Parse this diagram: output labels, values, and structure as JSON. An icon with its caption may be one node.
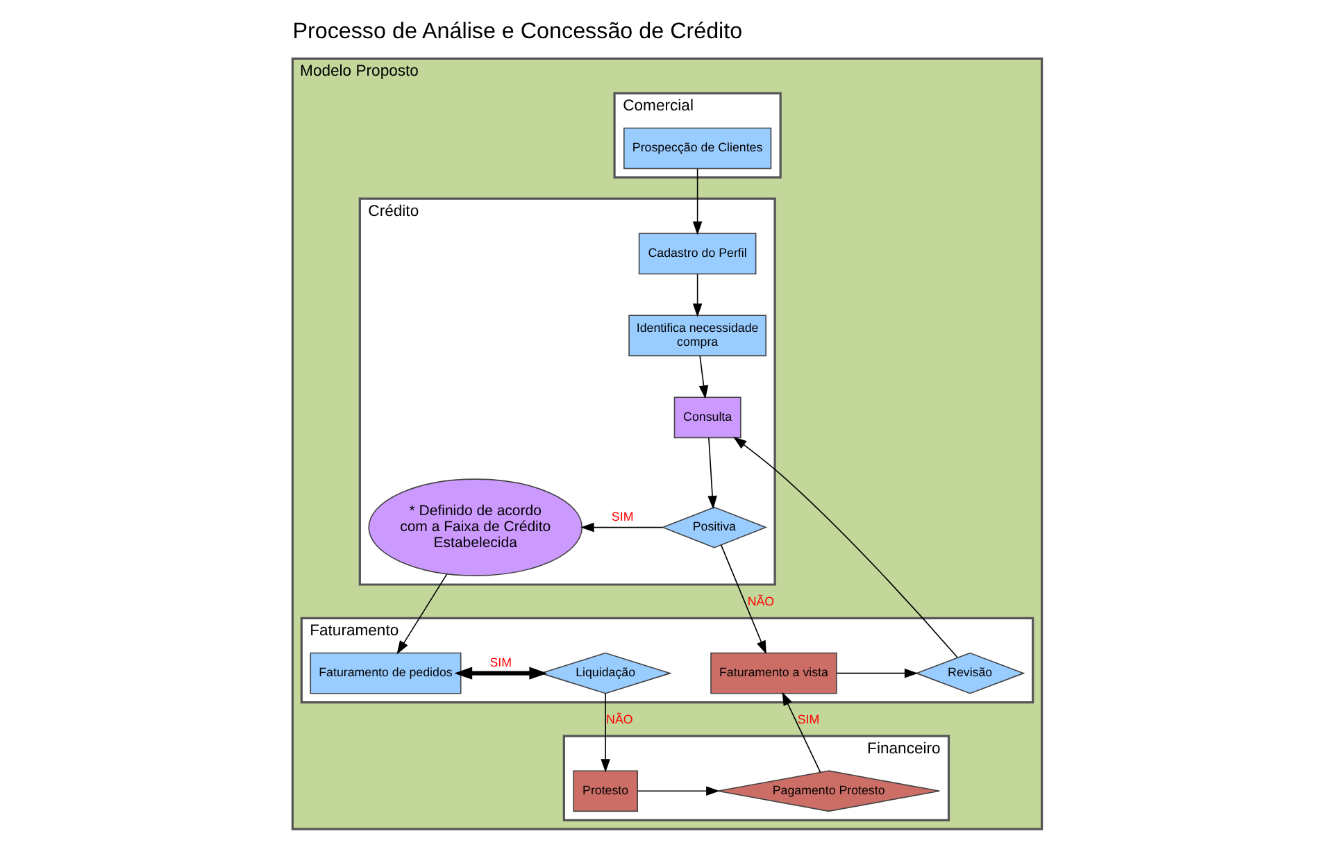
{
  "diagram": {
    "title": "Processo de Análise e Concessão de Crédito",
    "nodes": [
      {
        "text": [
          "Modelo Proposto"
        ]
      },
      {
        "text": [
          "Comercial"
        ],
        "in": 0
      },
      {
        "text": [
          "Prospecção de Clientes"
        ],
        "in": 1
      },
      {
        "text": [
          "Crédito"
        ],
        "in": 0
      },
      {
        "text": [
          "Cadastro do Perfil"
        ],
        "in": 3
      },
      {
        "text": [
          "Identifica necessidade compra"
        ],
        "in": 3
      },
      {
        "text": [
          "Consulta"
        ],
        "in": 3
      },
      {
        "text": [
          "Positiva"
        ],
        "in": 3
      },
      {
        "text": [
          "* Definido de acordo com a Faixa de Crédito Estabelecida"
        ],
        "in": 3
      },
      {
        "text": [
          "Faturamento"
        ],
        "in": 0
      },
      {
        "text": [
          "Revisão"
        ],
        "in": 9
      },
      {
        "text": [
          "Faturamento a vista"
        ],
        "in": 9
      },
      {
        "text": [
          "Liquidação"
        ],
        "in": 9
      },
      {
        "text": [
          "Faturamento de pedidos"
        ],
        "in": 9
      },
      {
        "text": [
          "Financeiro"
        ],
        "in": 0
      },
      {
        "text": [
          "Pagamento Protesto"
        ],
        "in": 14
      },
      {
        "text": [
          "Protesto"
        ],
        "in": 14
      }
    ],
    "edges": [
      {
        "from": 2,
        "to": 4,
        "arrow": "to"
      },
      {
        "from": 4,
        "to": 5,
        "arrow": "to"
      },
      {
        "from": 5,
        "to": 6,
        "arrow": "to"
      },
      {
        "from": 6,
        "to": 7,
        "arrow": "to"
      },
      {
        "from": 7,
        "to": 8,
        "arrow": "to",
        "label": "SIM"
      },
      {
        "from": 7,
        "to": 11,
        "arrow": "to",
        "label": "NÃO"
      },
      {
        "from": 8,
        "to": 13,
        "arrow": "to"
      },
      {
        "from": 11,
        "to": 10,
        "arrow": "to"
      },
      {
        "from": 10,
        "to": 6,
        "arrow": "to"
      },
      {
        "from": 13,
        "to": 12,
        "arrow": "both",
        "style": "thick",
        "label": "SIM"
      },
      {
        "from": 12,
        "to": 16,
        "arrow": "to",
        "label": "NÃO"
      },
      {
        "from": 16,
        "to": 15,
        "arrow": "to"
      },
      {
        "from": 15,
        "to": 11,
        "arrow": "to",
        "label": "SIM"
      }
    ]
  }
}
